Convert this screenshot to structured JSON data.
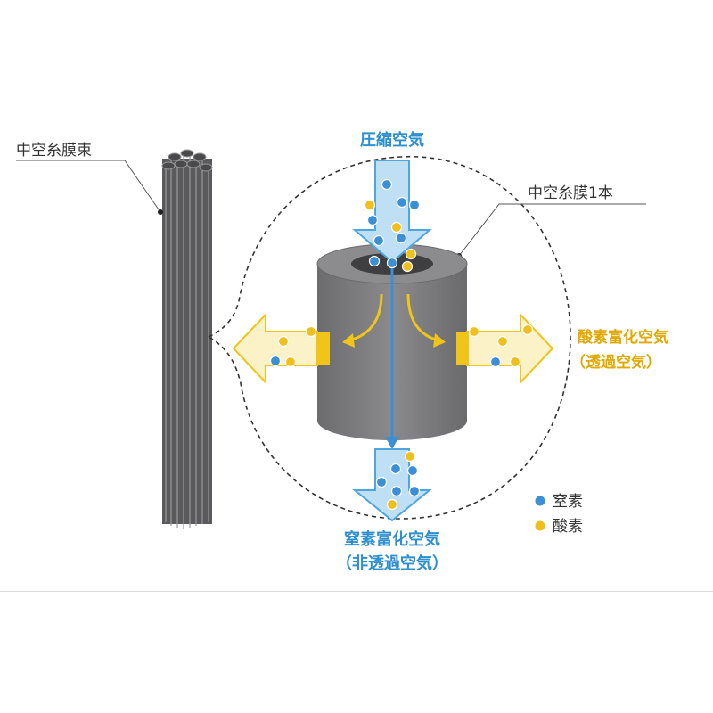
{
  "labels": {
    "bundle": "中空糸膜束",
    "single_fiber": "中空糸膜1本",
    "compressed_air": "圧縮空気",
    "oxygen_enriched": "酸素富化空気",
    "oxygen_enriched_sub": "（透過空気）",
    "nitrogen_enriched": "窒素富化空気",
    "nitrogen_enriched_sub": "（非透過空気）"
  },
  "legend": [
    {
      "label": "窒素",
      "color": "#3b8fd6"
    },
    {
      "label": "酸素",
      "color": "#f0bf1c"
    }
  ],
  "colors": {
    "nitrogen": "#3b8fd6",
    "oxygen": "#f0bf1c",
    "arrow_blue_fill": "#bfe0f4",
    "arrow_blue_stroke": "#4ea6df",
    "arrow_yellow_fill": "#fbf2c8",
    "arrow_yellow_stroke": "#f0c419",
    "cylinder": "#7d7d7f",
    "label_blue": "#2e90d0",
    "label_yellow": "#e0a800"
  }
}
